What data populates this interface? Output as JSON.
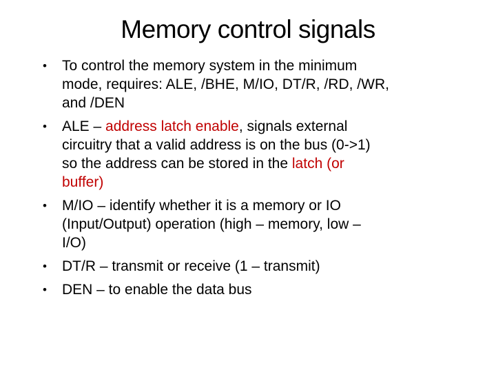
{
  "slide": {
    "title": "Memory control signals",
    "bullet_marker": "•",
    "colors": {
      "background": "#ffffff",
      "text": "#000000",
      "accent_red": "#c00000"
    },
    "bullets": [
      {
        "segments": [
          {
            "style": "normal",
            "text": "To control the memory system in the minimum\nmode, requires: ALE, /BHE, M/IO, DT/R, /RD, /WR,\nand /DEN"
          }
        ]
      },
      {
        "segments": [
          {
            "style": "normal",
            "text": "ALE – "
          },
          {
            "style": "red",
            "text": "address latch enable"
          },
          {
            "style": "normal",
            "text": ", signals external\ncircuitry that a valid address is on the bus (0->1)\nso the address can be stored in the "
          },
          {
            "style": "red",
            "text": "latch (or\nbuffer)"
          }
        ]
      },
      {
        "segments": [
          {
            "style": "normal",
            "text": "M/IO – identify whether it is a memory or IO\n(Input/Output) operation (high – memory, low –\nI/O)"
          }
        ]
      },
      {
        "segments": [
          {
            "style": "normal",
            "text": "DT/R – transmit or receive (1 – transmit)"
          }
        ]
      },
      {
        "segments": [
          {
            "style": "normal",
            "text": "DEN – to enable the data bus"
          }
        ]
      }
    ]
  }
}
